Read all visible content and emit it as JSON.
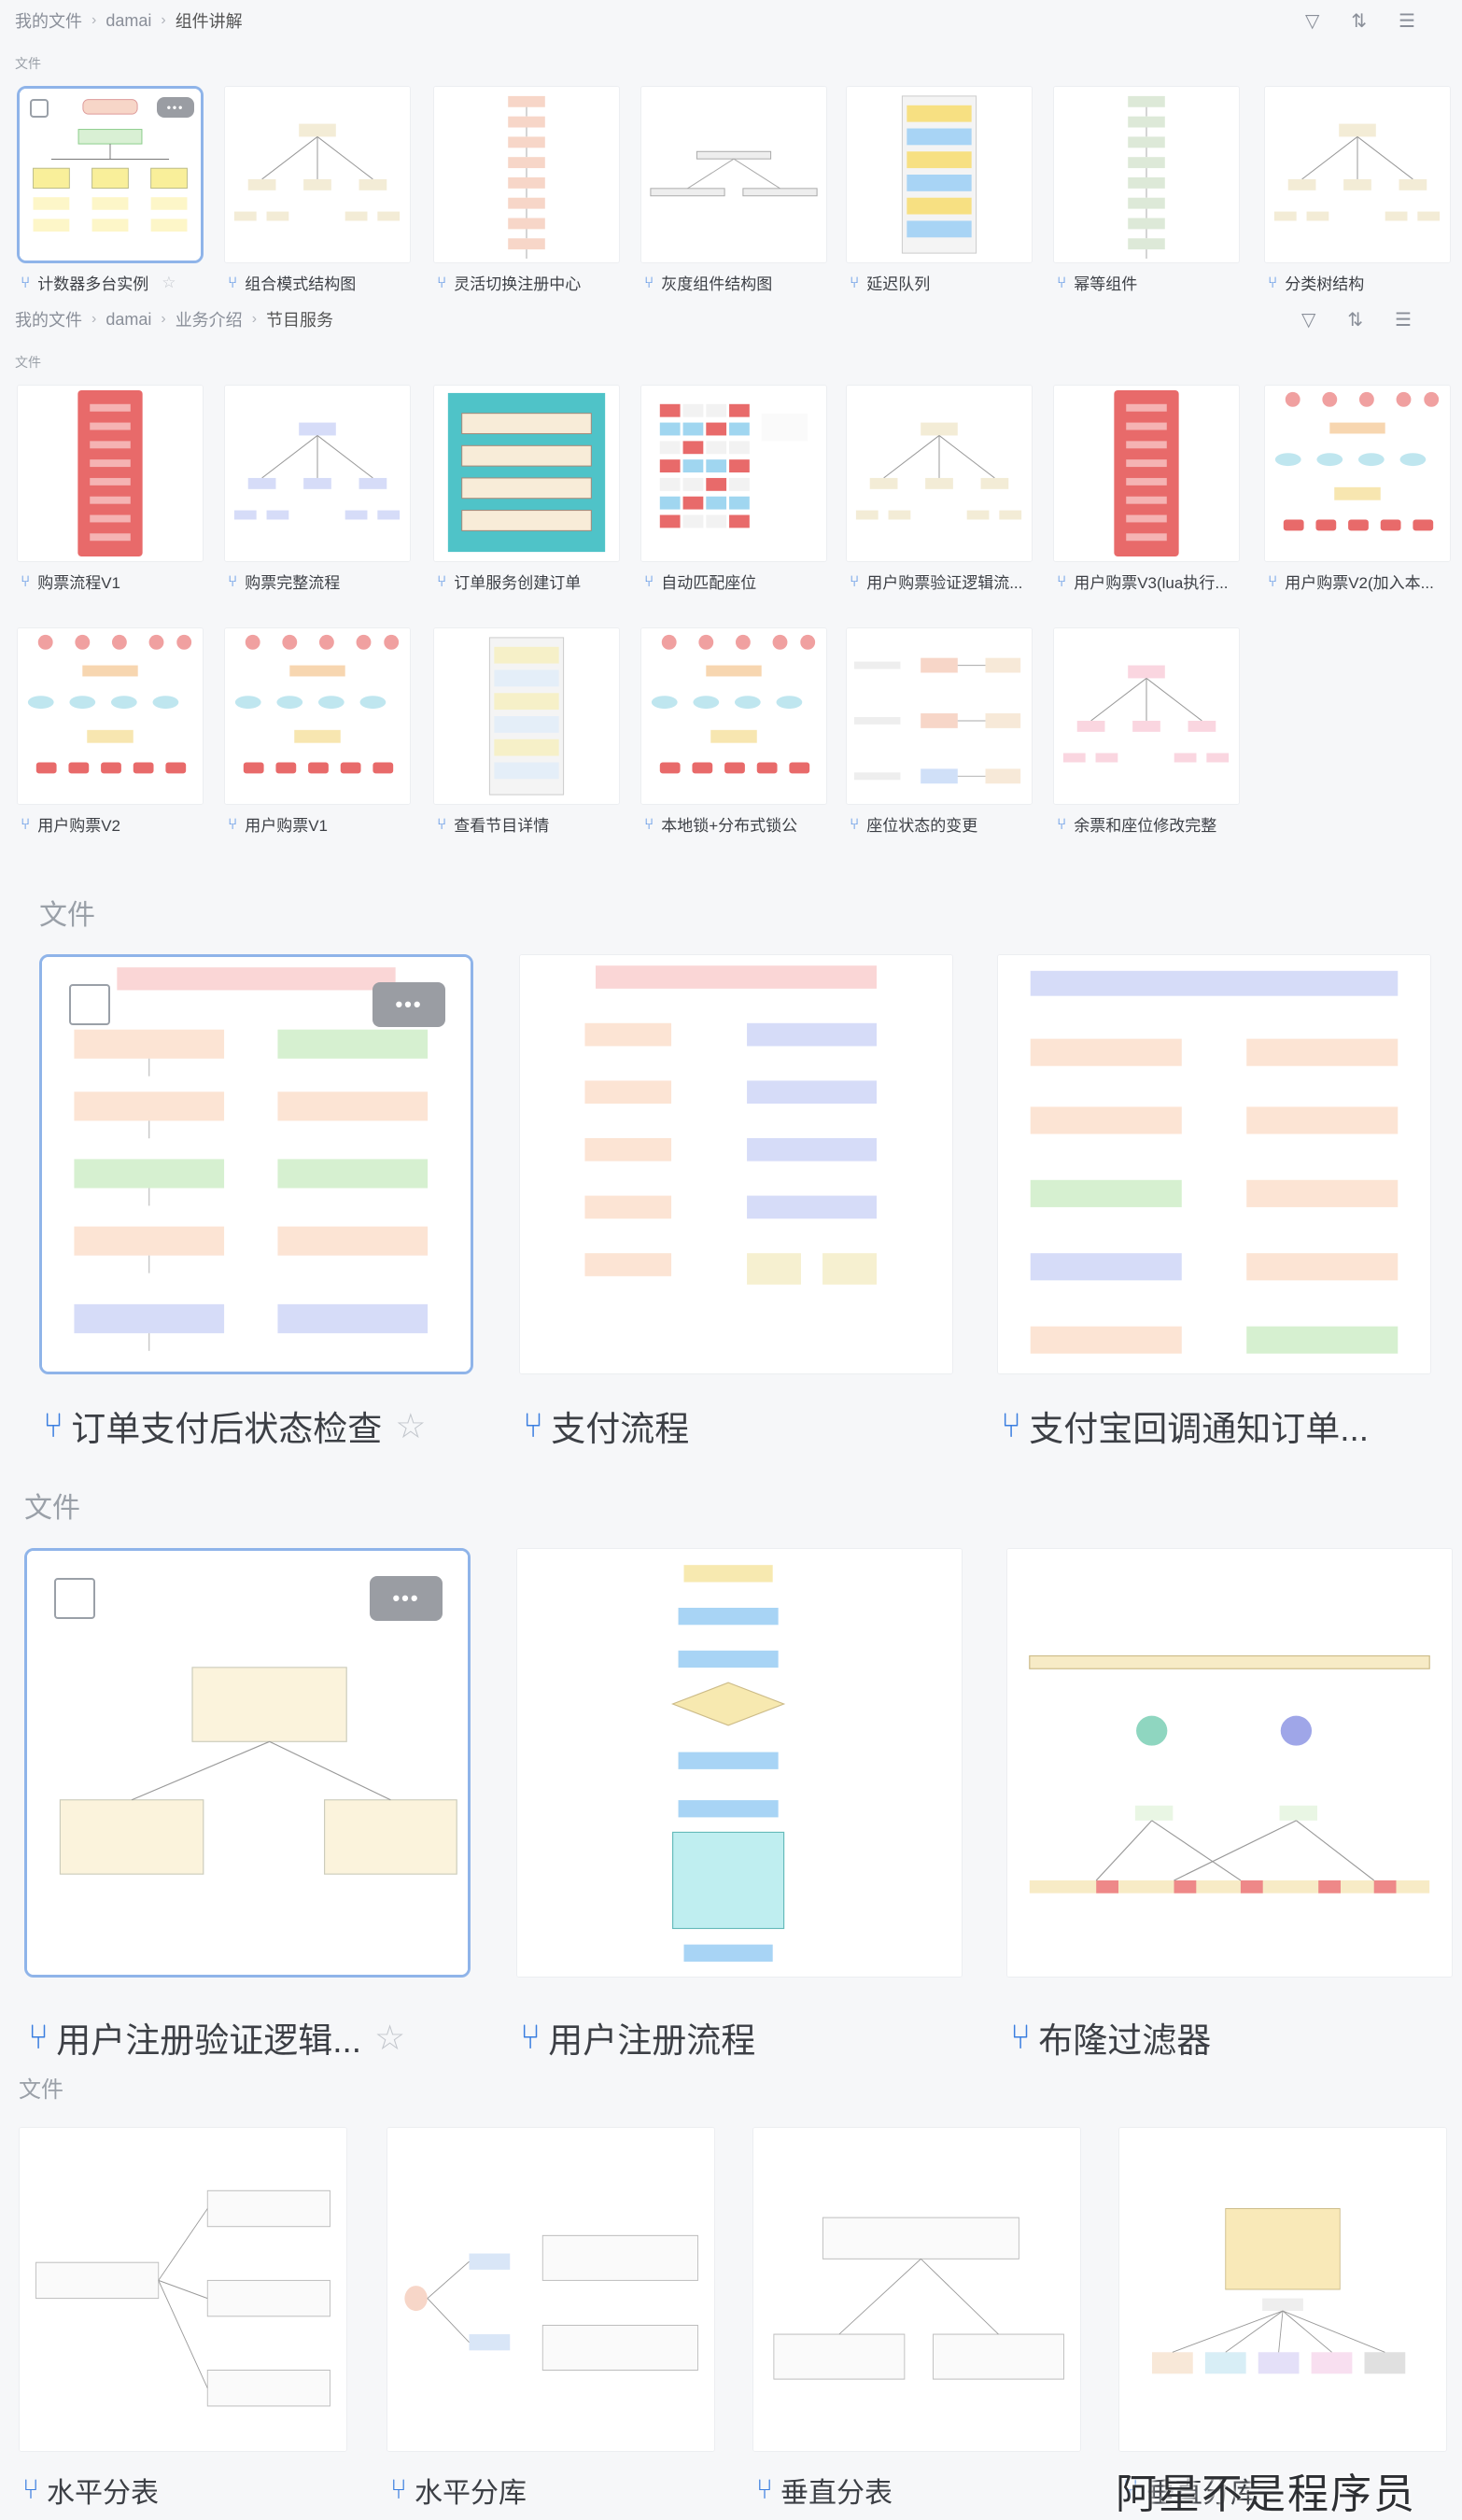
{
  "breadcrumb1": {
    "root": "我的文件",
    "mid": "damai",
    "cur": "组件讲解"
  },
  "breadcrumb2": {
    "root": "我的文件",
    "mid": "damai",
    "sub": "业务介绍",
    "cur": "节目服务"
  },
  "toolbar": {
    "filter_icon": "filter-icon",
    "sort_icon": "sort-icon",
    "menu_icon": "list-menu-icon"
  },
  "section_label": "文件",
  "more_label": "•••",
  "row1": [
    "计数器多台实例",
    "组合模式结构图",
    "灵活切换注册中心",
    "灰度组件结构图",
    "延迟队列",
    "幂等组件",
    "分类树结构"
  ],
  "row2": [
    "购票流程V1",
    "购票完整流程",
    "订单服务创建订单",
    "自动匹配座位",
    "用户购票验证逻辑流...",
    "用户购票V3(lua执行...",
    "用户购票V2(加入本..."
  ],
  "row3": [
    "用户购票V2",
    "用户购票V1",
    "查看节目详情",
    "本地锁+分布式锁公",
    "座位状态的变更",
    "余票和座位修改完整"
  ],
  "big1": [
    "订单支付后状态检查",
    "支付流程",
    "支付宝回调通知订单..."
  ],
  "big2": [
    "用户注册验证逻辑...",
    "用户注册流程",
    "布隆过滤器"
  ],
  "row4": [
    "水平分表",
    "水平分库",
    "垂直分表",
    "垂直分库"
  ],
  "watermark": "阿星不是程序员",
  "colors": {
    "accent": "#3a7ee0",
    "selected_border": "#8fb4e9"
  }
}
